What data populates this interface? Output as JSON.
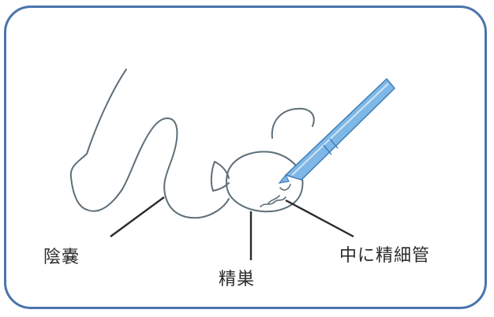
{
  "labels": {
    "scrotum": "陰嚢",
    "testis": "精巣",
    "tubules": "中に精細管"
  },
  "colors": {
    "frame_border": "#4a74ad",
    "outline": "#5f6f78",
    "leader_line": "#2b2b2b",
    "scalpel_blade": "#7fb7e6",
    "scalpel_edge": "#3e7fb8"
  },
  "icons": {
    "tool": "scalpel-icon"
  }
}
